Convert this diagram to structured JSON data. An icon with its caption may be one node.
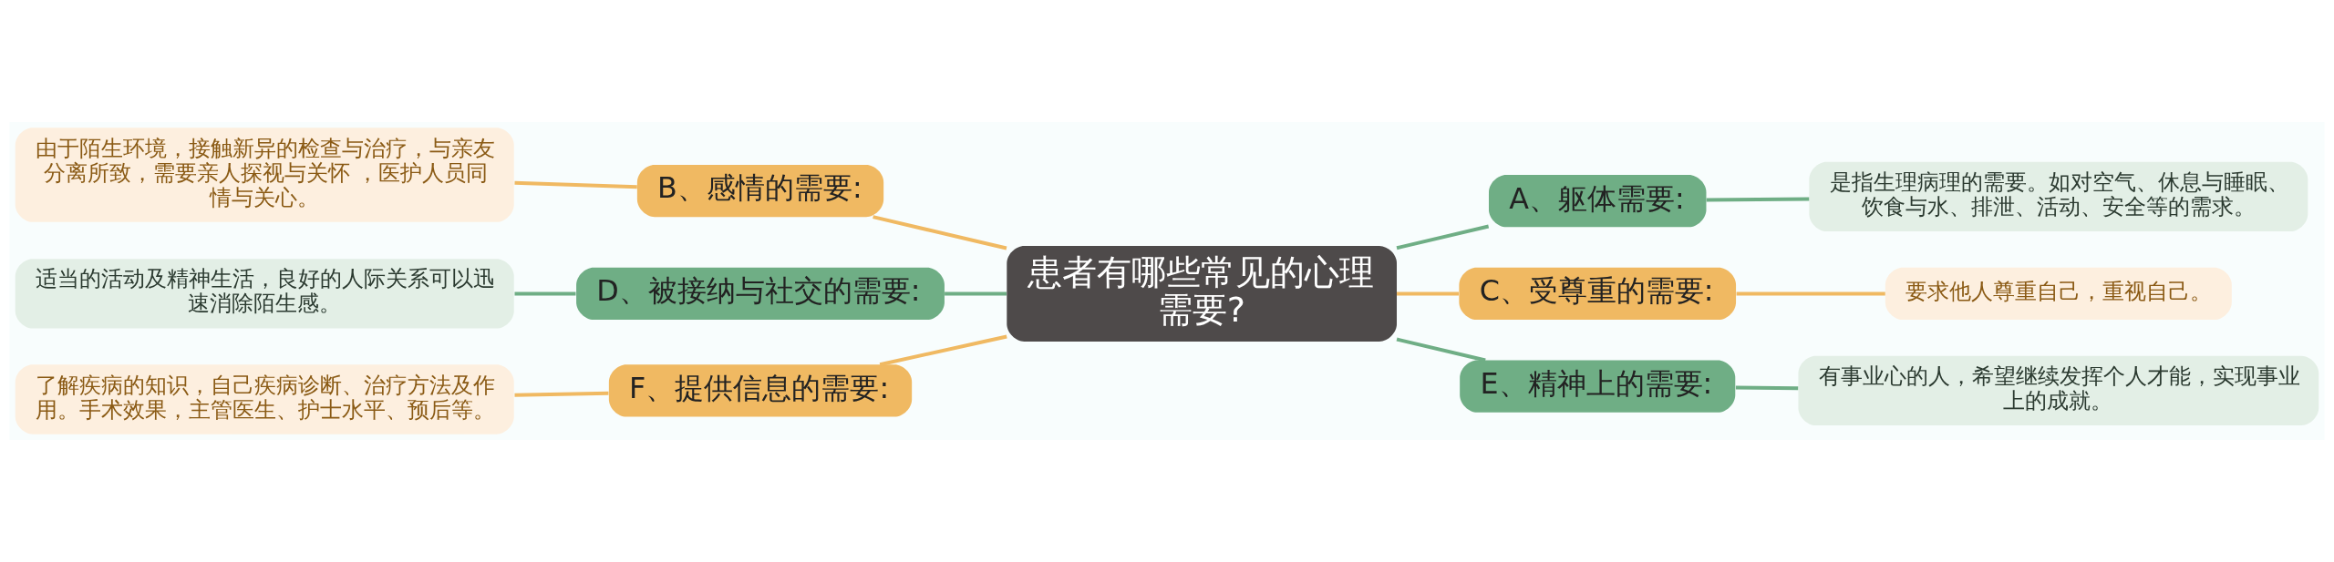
{
  "diagram": {
    "nodes": [
      {
        "text": [
          "患者有哪些常见的心理需要?"
        ]
      },
      {
        "text": [
          "A、躯体需要:"
        ]
      },
      {
        "text": [
          "是指生理病理的需要。如对空气、休息与睡眠、饮食与水、排泄、活动、安全等的需求。"
        ]
      },
      {
        "text": [
          "C、受尊重的需要:"
        ]
      },
      {
        "text": [
          "要求他人尊重自己，重视自己。"
        ]
      },
      {
        "text": [
          "E、精神上的需要:"
        ]
      },
      {
        "text": [
          "有事业心的人，希望继续发挥个人才能，实现事业上的成就。"
        ]
      },
      {
        "text": [
          "B、感情的需要:"
        ]
      },
      {
        "text": [
          "由于陌生环境，接触新异的检查与治疗，与亲友分离所致，需要亲人探视与关怀 ，医护人员同情与关心。"
        ]
      },
      {
        "text": [
          "D、被接纳与社交的需要:"
        ]
      },
      {
        "text": [
          "适当的活动及精神生活，良好的人际关系可以迅速消除陌生感。"
        ]
      },
      {
        "text": [
          "F、提供信息的需要:"
        ]
      },
      {
        "text": [
          "了解疾病的知识，自己疾病诊断、治疗方法及作用。手术效果，主管医生、护士水平、预后等。"
        ]
      }
    ],
    "edges": [
      {
        "from": 0,
        "to": 1,
        "arrow": "none",
        "color": "#6fae85"
      },
      {
        "from": 1,
        "to": 2,
        "arrow": "none",
        "color": "#6fae85"
      },
      {
        "from": 0,
        "to": 3,
        "arrow": "none",
        "color": "#f0b962"
      },
      {
        "from": 3,
        "to": 4,
        "arrow": "none",
        "color": "#f0b962"
      },
      {
        "from": 0,
        "to": 5,
        "arrow": "none",
        "color": "#6fae85"
      },
      {
        "from": 5,
        "to": 6,
        "arrow": "none",
        "color": "#6fae85"
      },
      {
        "from": 0,
        "to": 7,
        "arrow": "none",
        "color": "#f0b962"
      },
      {
        "from": 7,
        "to": 8,
        "arrow": "none",
        "color": "#f0b962"
      },
      {
        "from": 0,
        "to": 9,
        "arrow": "none",
        "color": "#6fae85"
      },
      {
        "from": 9,
        "to": 10,
        "arrow": "none",
        "color": "#6fae85"
      },
      {
        "from": 0,
        "to": 11,
        "arrow": "none",
        "color": "#f0b962"
      },
      {
        "from": 11,
        "to": 12,
        "arrow": "none",
        "color": "#f0b962"
      }
    ]
  }
}
